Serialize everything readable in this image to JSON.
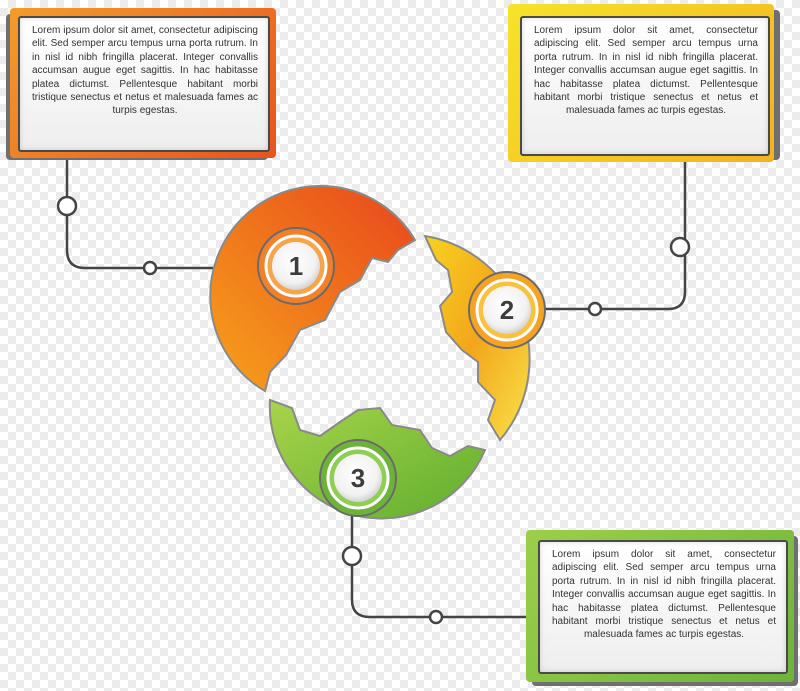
{
  "steps": [
    {
      "number": "1",
      "color": "#f08a1c",
      "text": "Lorem ipsum dolor sit amet, consectetur adipiscing elit. Sed semper arcu tempus urna porta rutrum. In in nisl id nibh fringilla placerat. Integer convallis accumsan augue eget sagittis. In hac habitasse platea dictumst. Pellentesque habitant morbi tristique senectus et netus et malesuada fames ac turpis egestas."
    },
    {
      "number": "2",
      "color": "#f5c21a",
      "text": "Lorem ipsum dolor sit amet, consectetur adipiscing elit. Sed semper arcu tempus urna porta rutrum. In in nisl id nibh fringilla placerat. Integer convallis accumsan augue eget sagittis. In hac habitasse platea dictumst. Pellentesque habitant morbi tristique senectus et netus et malesuada fames ac turpis egestas."
    },
    {
      "number": "3",
      "color": "#7cc043",
      "text": "Lorem ipsum dolor sit amet, consectetur adipiscing elit. Sed semper arcu tempus urna porta rutrum. In in nisl id nibh fringilla placerat. Integer convallis accumsan augue eget sagittis. In hac habitasse platea dictumst. Pellentesque habitant morbi tristique senectus et netus et malesuada fames ac turpis egestas."
    }
  ]
}
